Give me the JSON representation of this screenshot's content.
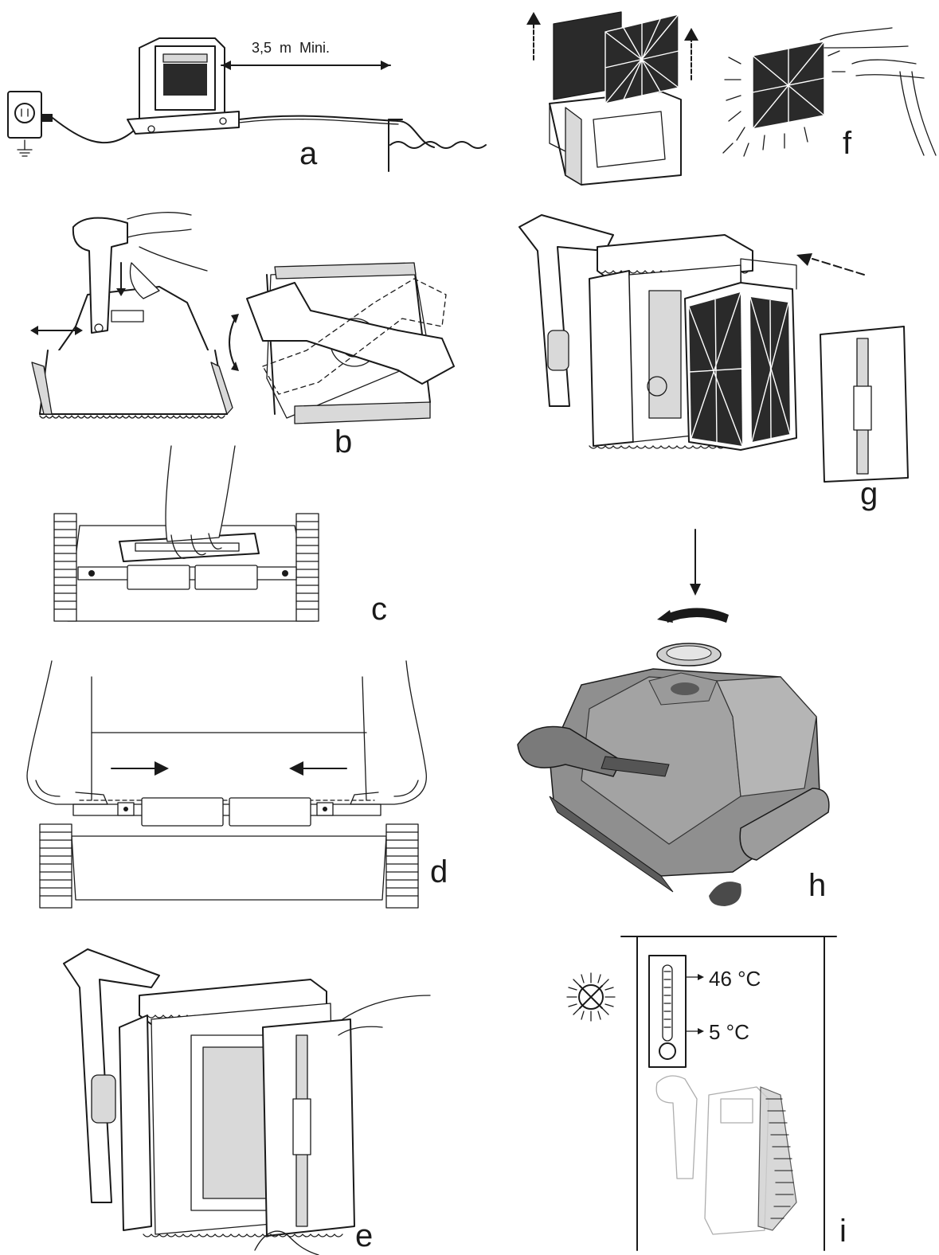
{
  "panels": {
    "a": {
      "label": "a",
      "distance": "3,5  m  Mini."
    },
    "b": {
      "label": "b"
    },
    "c": {
      "label": "c"
    },
    "d": {
      "label": "d"
    },
    "e": {
      "label": "e"
    },
    "f": {
      "label": "f"
    },
    "g": {
      "label": "g"
    },
    "h": {
      "label": "h"
    },
    "i": {
      "label": "i",
      "temp_max": "46 °C",
      "temp_min": "5 °C"
    }
  }
}
